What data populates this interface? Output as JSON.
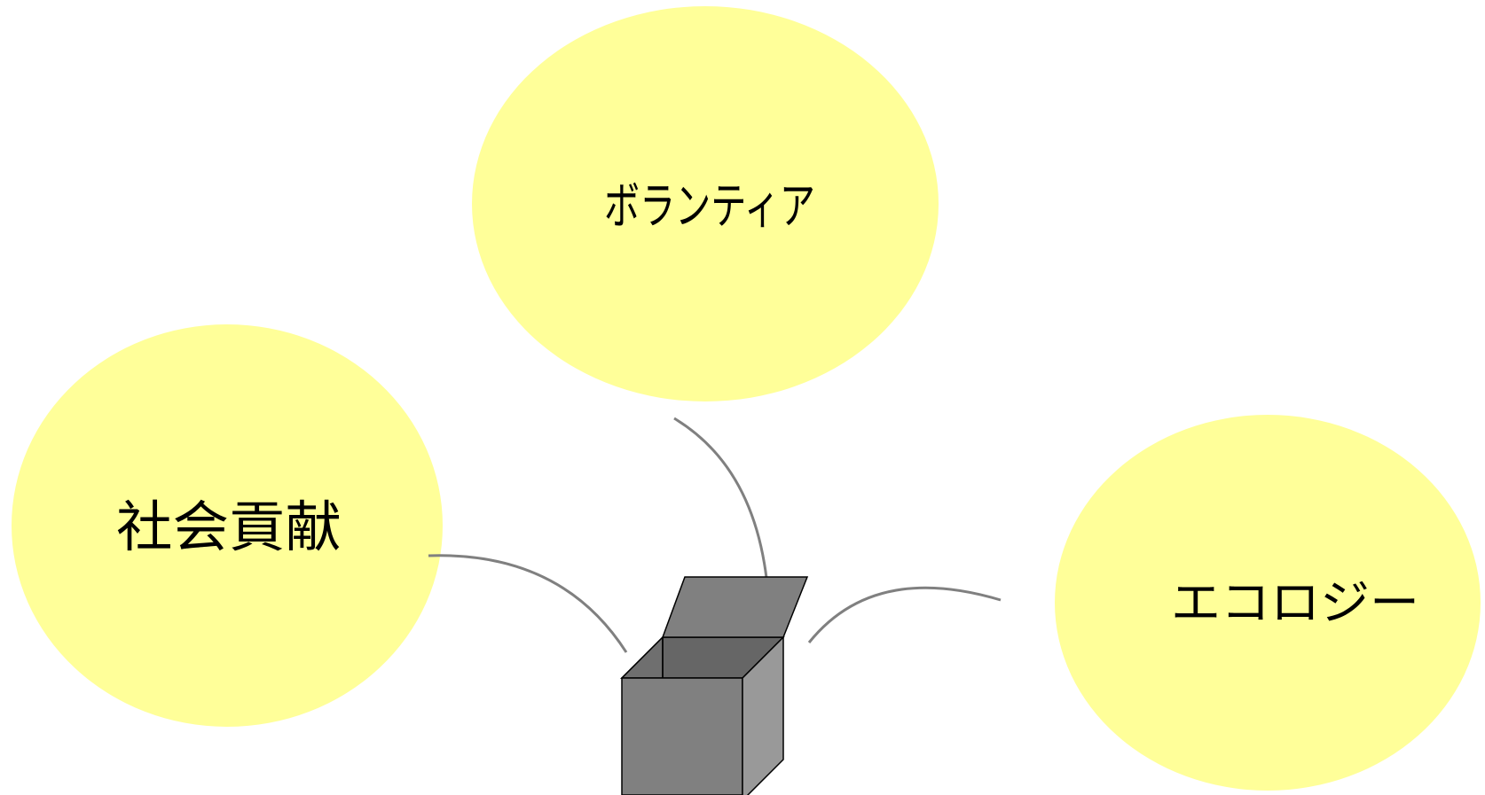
{
  "colors": {
    "bubble_fill": "#FFFF99",
    "connector": "#808080",
    "box_front": "#808080",
    "box_side": "#999999",
    "box_inner": "#666666",
    "box_lid": "#808080",
    "box_outline": "#000000"
  },
  "bubbles": {
    "top": {
      "label": "ボランティア"
    },
    "left": {
      "label": "社会貢献"
    },
    "right": {
      "label": "エコロジー"
    }
  },
  "center_object": {
    "icon": "open-box-icon"
  }
}
